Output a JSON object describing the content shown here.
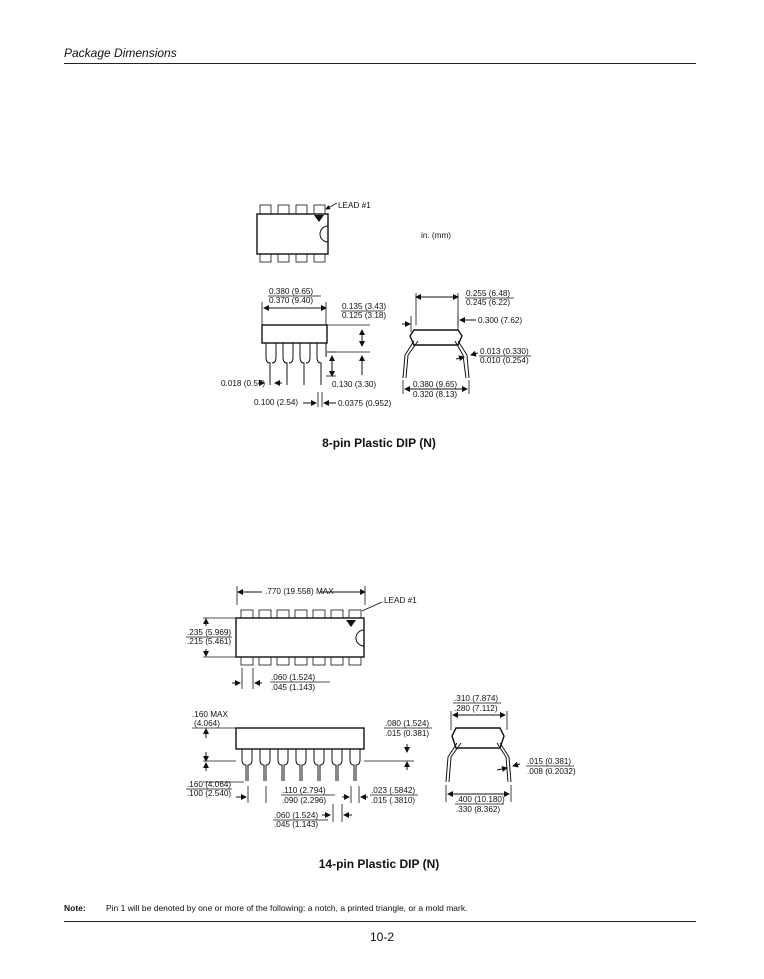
{
  "header": {
    "title": "Package Dimensions"
  },
  "units_note": "in. (mm)",
  "dip8": {
    "lead_label": "LEAD #1",
    "caption": "8-pin Plastic DIP (N)",
    "dims": {
      "len_max": "0.380 (9.65)",
      "len_min": "0.370 (9.40)",
      "height_max": "0.135 (3.43)",
      "height_min": "0.125 (3.18)",
      "width_max": "0.255 (6.48)",
      "width_min": "0.245 (6.22)",
      "row_spacing": "0.300 (7.62)",
      "lead_thick_max": "0.013 (0.330)",
      "lead_thick_min": "0.010 (0.254)",
      "lead_width": "0.018 (0.57)",
      "lead_length": "0.130 (3.30)",
      "pitch": "0.100 (2.54)",
      "shoulder": "0.0375 (0.952)",
      "span_max": "0.380 (9.65)",
      "span_min": "0.320 (8.13)"
    }
  },
  "dip14": {
    "lead_label": "LEAD #1",
    "caption": "14-pin Plastic DIP (N)",
    "dims": {
      "len_max": ".770 (19.558) MAX",
      "width_max": ".235 (5.969)",
      "width_min": ".215 (5.461)",
      "lead_w_max": ".060 (1.524)",
      "lead_w_min": ".045 (1.143)",
      "height_max_a": ".160 MAX",
      "height_max_b": "(4.064)",
      "standoff_max": ".080 (1.524)",
      "standoff_min": ".015 (0.381)",
      "row_max": ".310 (7.874)",
      "row_min": ".280 (7.112)",
      "thick_max": ".015 (0.381)",
      "thick_min": ".008 (0.2032)",
      "lead_len_max": ".160 (4.064)",
      "lead_len_min": ".100 (2.540)",
      "pitch_max": ".110 (2.794)",
      "pitch_min": ".090 (2.296)",
      "tip_max": ".023 (.5842)",
      "tip_min": ".015 (.3810)",
      "shoulder_max": ".060 (1.524)",
      "shoulder_min": ".045 (1.143)",
      "span_max": ".400 (10.180)",
      "span_min": ".330 (8.362)"
    }
  },
  "note": {
    "label": "Note:",
    "text": "Pin 1 will be denoted by one or more of the following: a notch, a printed triangle, or a mold mark."
  },
  "footer": {
    "page": "10-2"
  }
}
